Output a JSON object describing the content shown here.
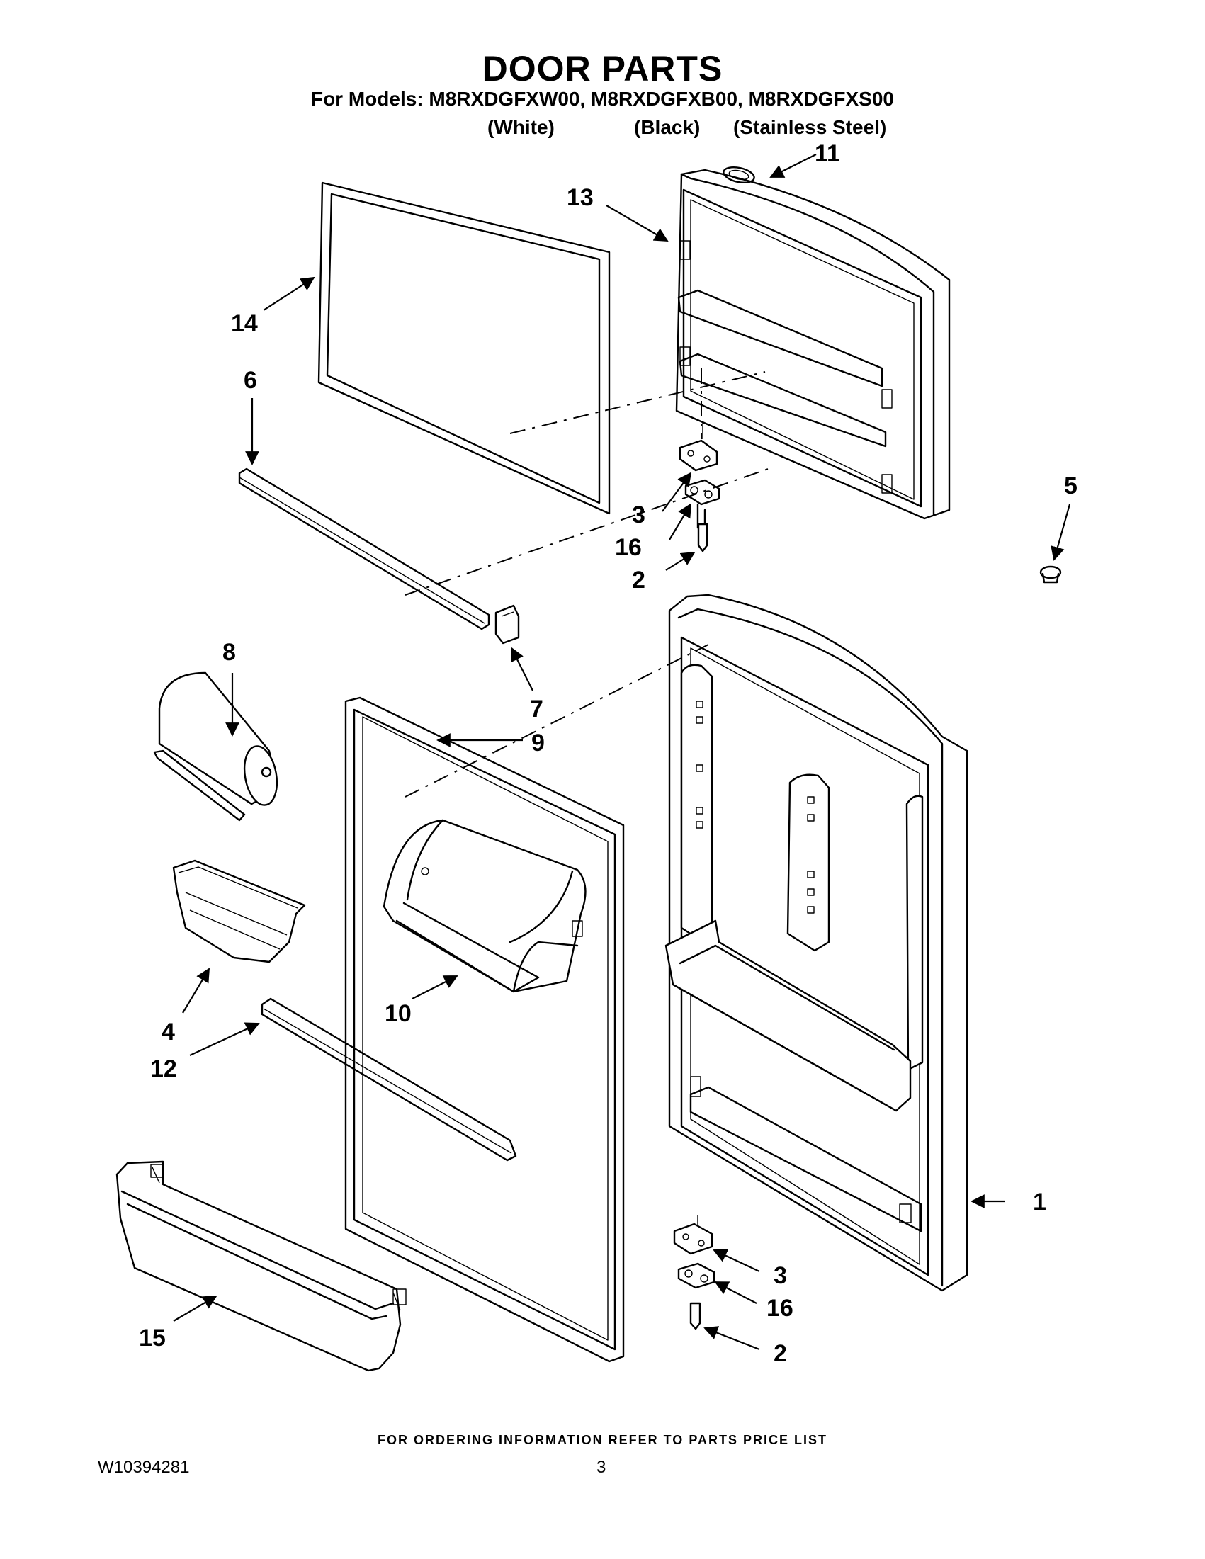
{
  "header": {
    "title": "DOOR PARTS",
    "models_line": "For Models: M8RXDGFXW00, M8RXDGFXB00, M8RXDGFXS00",
    "variants": [
      "(White)",
      "(Black)",
      "(Stainless Steel)"
    ]
  },
  "callouts": {
    "c11": "11",
    "c13": "13",
    "c14": "14",
    "c6": "6",
    "c5": "5",
    "c3a": "3",
    "c16a": "16",
    "c2a": "2",
    "c8": "8",
    "c7": "7",
    "c9": "9",
    "c10": "10",
    "c4": "4",
    "c12": "12",
    "c1": "1",
    "c3b": "3",
    "c16b": "16",
    "c15": "15",
    "c2b": "2"
  },
  "footer": {
    "ordering_note": "FOR ORDERING INFORMATION REFER TO PARTS PRICE LIST",
    "doc_number": "W10394281",
    "page_number": "3"
  }
}
